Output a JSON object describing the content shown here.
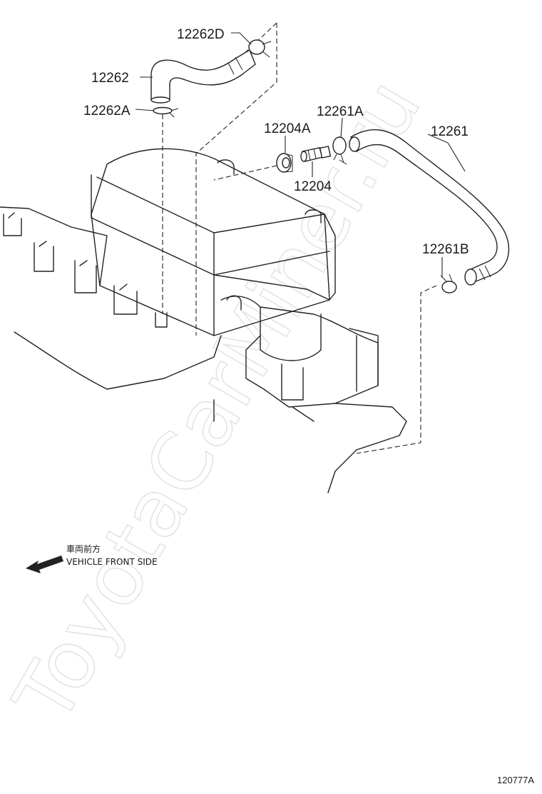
{
  "parts": [
    {
      "id": "p12262D",
      "number": "12262D"
    },
    {
      "id": "p12262",
      "number": "12262"
    },
    {
      "id": "p12262A",
      "number": "12262A"
    },
    {
      "id": "p12204A",
      "number": "12204A"
    },
    {
      "id": "p12204",
      "number": "12204"
    },
    {
      "id": "p12261A",
      "number": "12261A"
    },
    {
      "id": "p12261",
      "number": "12261"
    },
    {
      "id": "p12261B",
      "number": "12261B"
    }
  ],
  "direction": {
    "jp_label": "車両前方",
    "en_label": "VEHICLE FRONT SIDE"
  },
  "watermark": "ToyotaCarMiner.ru",
  "illustration_code": "120777A"
}
